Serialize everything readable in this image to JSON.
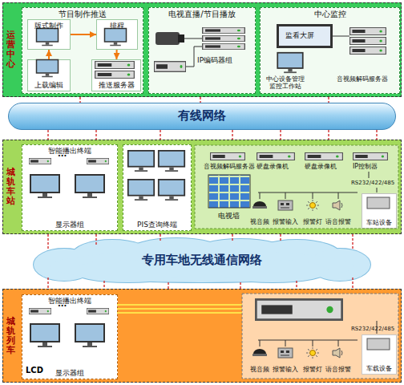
{
  "diagram": {
    "nodes": [
      {
        "text": [
          "运营中心"
        ]
      },
      {
        "text": [
          "节目制作推送"
        ],
        "in": 0
      },
      {
        "text": [
          "版式制作"
        ],
        "in": 1
      },
      {
        "text": [
          "排程"
        ],
        "in": 1
      },
      {
        "text": [
          "上载编辑"
        ],
        "in": 1
      },
      {
        "text": [
          "推送服务器"
        ],
        "in": 1
      },
      {
        "text": [
          "电视直播/节目播放"
        ],
        "in": 0
      },
      {
        "text": [
          "中心监控"
        ],
        "in": 0
      },
      {
        "text": [
          "有线网络"
        ]
      },
      {
        "text": [
          "城轨车站"
        ]
      },
      {
        "text": [
          "智能播出终端",
          "显示器组"
        ],
        "in": 9
      },
      {
        "text": [
          "PIS查询终端"
        ],
        "in": 9
      },
      {
        "text": [
          "车站设备"
        ],
        "in": 9
      },
      {
        "text": [
          "专用车地无线通信网络"
        ]
      },
      {
        "text": [
          "城轨列车"
        ]
      },
      {
        "text": [
          "智能播出终端",
          "显示器组"
        ],
        "in": 14
      },
      {
        "text": [
          "车载设备"
        ],
        "in": 14
      }
    ],
    "edges": [
      {
        "from": 4,
        "to": 2,
        "arrow": "to"
      },
      {
        "from": 2,
        "to": 3,
        "arrow": "to"
      },
      {
        "from": 3,
        "to": 5,
        "arrow": "to"
      }
    ],
    "labels": [
      "IP编码器组",
      "监看大屏",
      "中心设备管理监控工作站",
      "音视频解码服务器",
      "···",
      "音视频解码服务器",
      "电视墙",
      "硬盘录像机",
      "硬盘录像机",
      "IP控制器",
      "RS232/422/485",
      "视音频",
      "报警输入",
      "报警灯",
      "语音报警",
      "···",
      "LCD",
      "RS232/422/485",
      "视音频",
      "报警输入",
      "报警灯",
      "语音报警"
    ]
  }
}
